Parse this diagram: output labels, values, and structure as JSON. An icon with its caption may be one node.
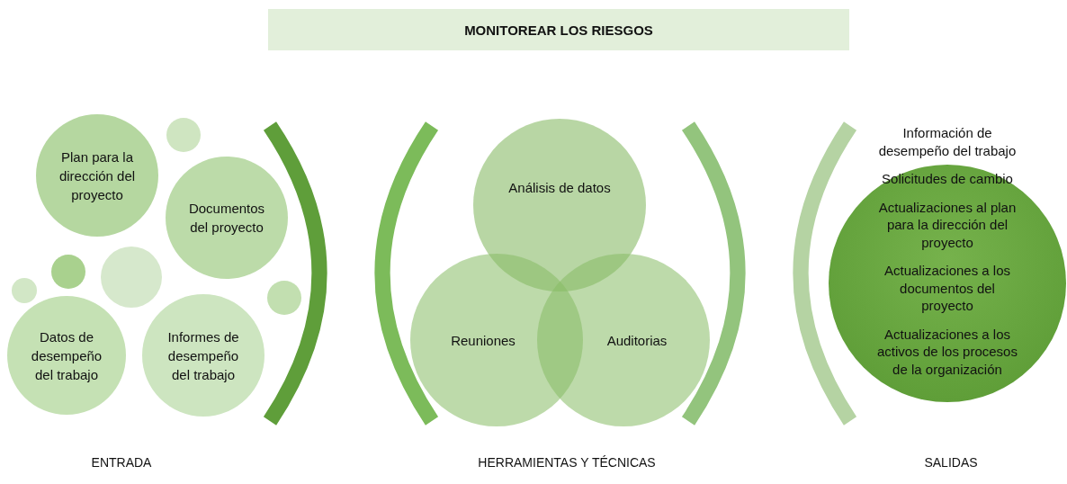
{
  "diagram": {
    "title": "MONITOREAR LOS RIESGOS",
    "nodes": [
      {
        "text": [
          "Plan para la dirección del proyecto"
        ]
      },
      {
        "text": [],
        "shape": "circle"
      },
      {
        "text": [
          "Documentos del proyecto"
        ]
      },
      {
        "text": [],
        "shape": "circle"
      },
      {
        "text": [],
        "shape": "circle"
      },
      {
        "text": [],
        "shape": "circle"
      },
      {
        "text": [],
        "shape": "circle"
      },
      {
        "text": [
          "Datos de desempeño del trabajo"
        ]
      },
      {
        "text": [
          "Informes de desempeño del trabajo"
        ]
      },
      {
        "text": [
          "Análisis de datos"
        ]
      },
      {
        "text": [
          "Reuniones"
        ]
      },
      {
        "text": [
          "Auditorias"
        ]
      },
      {
        "text": [
          "Información de desempeño del trabajo",
          "Solicitudes de cambio",
          "Actualizaciones al plan para la dirección del proyecto",
          "Actualizaciones a los documentos del proyecto",
          "Actualizaciones a los activos de los procesos de la organización"
        ]
      }
    ],
    "labels": [
      "ENTRADA",
      "HERRAMIENTAS Y TÉCNICAS",
      "SALIDAS"
    ]
  }
}
